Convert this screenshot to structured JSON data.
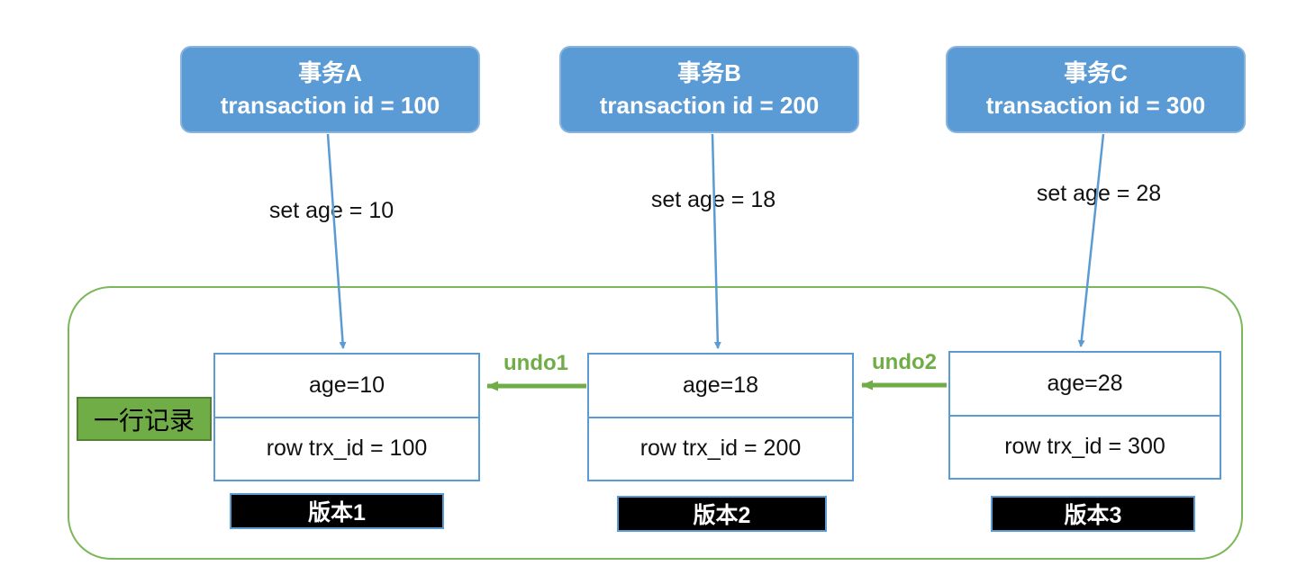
{
  "diagram": {
    "title_semantics": "MySQL MVCC version chain with undo log",
    "transactions": [
      {
        "title": "事务A",
        "subtitle": "transaction id = 100",
        "action": "set age = 10"
      },
      {
        "title": "事务B",
        "subtitle": "transaction id = 200",
        "action": "set age = 18"
      },
      {
        "title": "事务C",
        "subtitle": "transaction id = 300",
        "action": "set age = 28"
      }
    ],
    "row_label": "一行记录",
    "versions": [
      {
        "age": "age=10",
        "trx": "row trx_id = 100",
        "tag": "版本1"
      },
      {
        "age": "age=18",
        "trx": "row trx_id = 200",
        "tag": "版本2"
      },
      {
        "age": "age=28",
        "trx": "row trx_id = 300",
        "tag": "版本3"
      }
    ],
    "undo_labels": {
      "undo1": "undo1",
      "undo2": "undo2"
    },
    "colors": {
      "transaction_box_fill": "#5b9bd5",
      "blue_arrow": "#5b9bd5",
      "version_box_border": "#5b9bd5",
      "green_accent": "#70ad47",
      "container_border": "#7cb75a",
      "row_label_fill": "#70ad47",
      "version_tag_fill": "#000000",
      "version_tag_text": "#ffffff"
    }
  }
}
